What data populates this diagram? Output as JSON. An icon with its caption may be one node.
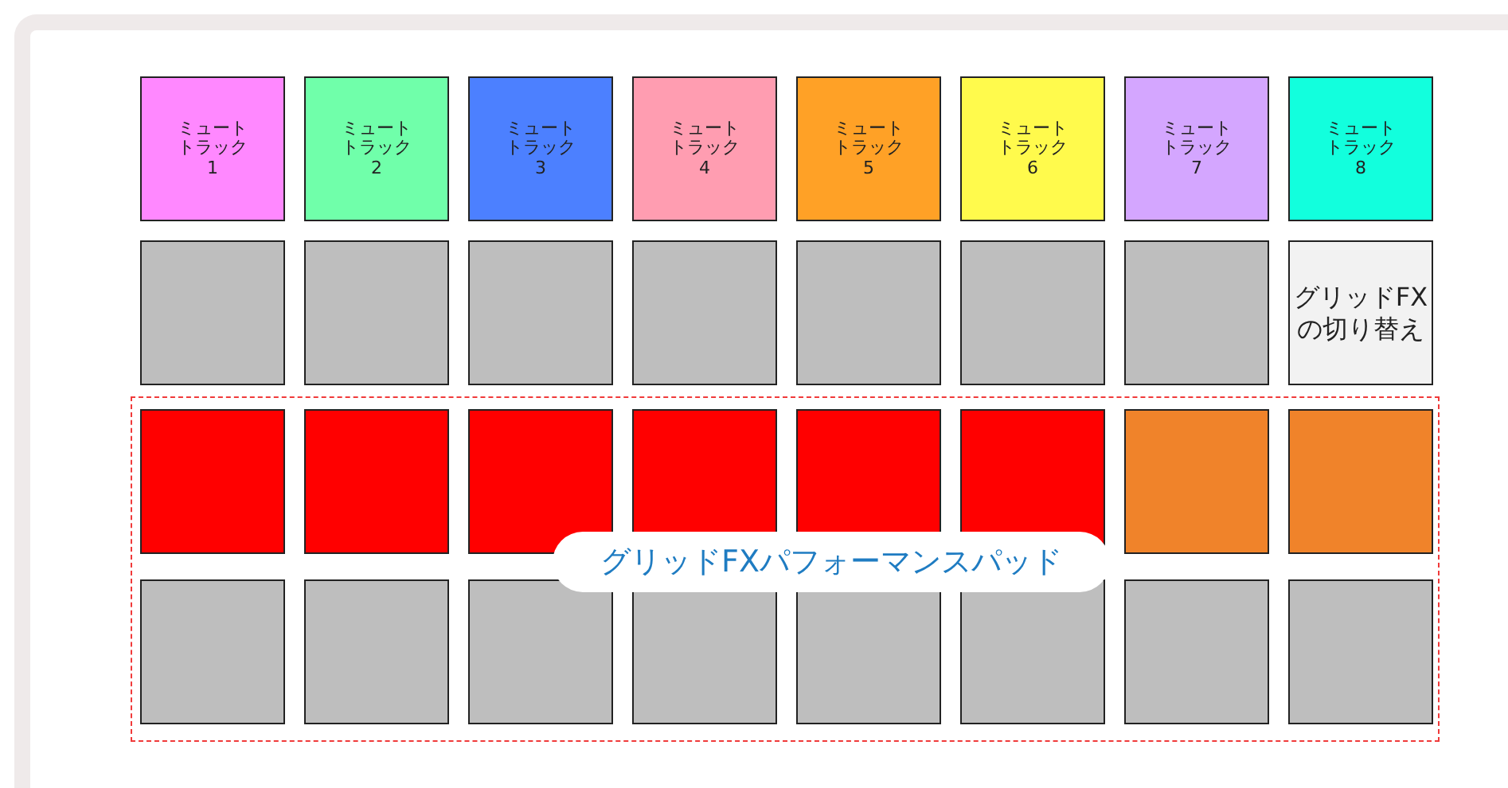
{
  "diagram": {
    "nodes": [
      {
        "text": [
          "ミュートトラック1"
        ]
      },
      {
        "text": [
          "ミュートトラック2"
        ]
      },
      {
        "text": [
          "ミュートトラック3"
        ]
      },
      {
        "text": [
          "ミュートトラック4"
        ]
      },
      {
        "text": [
          "ミュートトラック5"
        ]
      },
      {
        "text": [
          "ミュートトラック6"
        ]
      },
      {
        "text": [
          "ミュートトラック7"
        ]
      },
      {
        "text": [
          "ミュートトラック8"
        ]
      },
      {
        "text": [],
        "shape": "box"
      },
      {
        "text": [],
        "shape": "box"
      },
      {
        "text": [],
        "shape": "box"
      },
      {
        "text": [],
        "shape": "box"
      },
      {
        "text": [],
        "shape": "box"
      },
      {
        "text": [],
        "shape": "box"
      },
      {
        "text": [],
        "shape": "box"
      },
      {
        "text": [
          "グリッドFXの切り替え"
        ]
      },
      {
        "text": [
          "グリッドFXパフォーマンスパッド"
        ]
      },
      {
        "text": [],
        "shape": "box",
        "in": 16
      },
      {
        "text": [],
        "shape": "box",
        "in": 16
      },
      {
        "text": [],
        "shape": "box",
        "in": 16
      },
      {
        "text": [],
        "shape": "box",
        "in": 16
      },
      {
        "text": [],
        "shape": "box",
        "in": 16
      },
      {
        "text": [],
        "shape": "box",
        "in": 16
      },
      {
        "text": [],
        "shape": "box",
        "in": 16
      },
      {
        "text": [],
        "shape": "box",
        "in": 16
      },
      {
        "text": [],
        "shape": "box",
        "in": 16
      },
      {
        "text": [],
        "shape": "box",
        "in": 16
      },
      {
        "text": [],
        "shape": "box",
        "in": 16
      },
      {
        "text": [],
        "shape": "box",
        "in": 16
      },
      {
        "text": [],
        "shape": "box",
        "in": 16
      },
      {
        "text": [],
        "shape": "box",
        "in": 16
      },
      {
        "text": [],
        "shape": "box",
        "in": 16
      },
      {
        "text": [],
        "shape": "box",
        "in": 16
      }
    ]
  }
}
